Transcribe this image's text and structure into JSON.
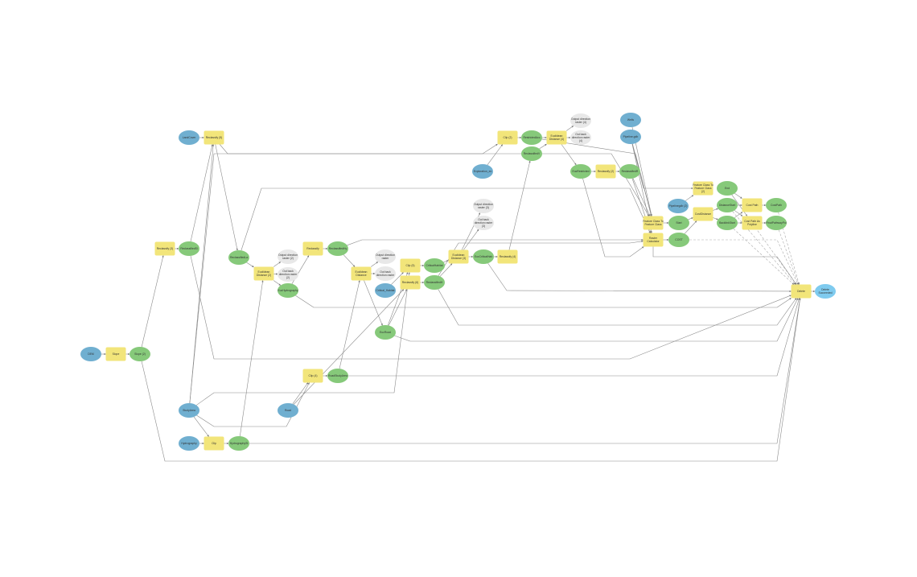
{
  "colors": {
    "input": "#70afd0",
    "tool": "#f2e57a",
    "output": "#86c97a",
    "derived": "#e8e8e8",
    "final": "#7fcbef",
    "edge": "#8a8a8a"
  },
  "nodes": [
    {
      "id": "n1",
      "type": "input",
      "label": [
        "LandCover"
      ]
    },
    {
      "id": "n2",
      "type": "tool",
      "label": [
        "Reclassify (5)"
      ]
    },
    {
      "id": "n3",
      "type": "tool",
      "label": [
        "Reclassify (3)"
      ]
    },
    {
      "id": "n4",
      "type": "output",
      "label": [
        "ReclassifiedSl"
      ]
    },
    {
      "id": "n5",
      "type": "output",
      "label": [
        "ReclassifiedLa"
      ]
    },
    {
      "id": "n6",
      "type": "tool",
      "label": [
        "Euclidean",
        "Distance (2)"
      ]
    },
    {
      "id": "n7",
      "type": "derived",
      "label": [
        "Output direction",
        "raster (2)"
      ]
    },
    {
      "id": "n8",
      "type": "derived",
      "label": [
        "Out back",
        "direction raster",
        "(2)"
      ]
    },
    {
      "id": "n9",
      "type": "output",
      "label": [
        "EucHydrography"
      ]
    },
    {
      "id": "n10",
      "type": "tool",
      "label": [
        "Reclassify"
      ]
    },
    {
      "id": "n11",
      "type": "output",
      "label": [
        "ReclassifiedHy"
      ]
    },
    {
      "id": "n12",
      "type": "tool",
      "label": [
        "Euclidean",
        "Distance"
      ]
    },
    {
      "id": "n13",
      "type": "derived",
      "label": [
        "Output direction",
        "raster"
      ]
    },
    {
      "id": "n14",
      "type": "derived",
      "label": [
        "Out back",
        "direction raster"
      ]
    },
    {
      "id": "n15",
      "type": "input",
      "label": [
        "Critical_Habitat"
      ]
    },
    {
      "id": "n16",
      "type": "output",
      "label": [
        "EucRoad"
      ]
    },
    {
      "id": "n17",
      "type": "tool",
      "label": [
        "Clip (5)"
      ]
    },
    {
      "id": "n18",
      "type": "tool",
      "label": [
        "Reclassify (6)"
      ]
    },
    {
      "id": "n19",
      "type": "output",
      "label": [
        "CriticalHabitat"
      ]
    },
    {
      "id": "n20",
      "type": "output",
      "label": [
        "ReclassifiedH"
      ]
    },
    {
      "id": "n21",
      "type": "tool",
      "label": [
        "Euclidean",
        "Distance (3)"
      ]
    },
    {
      "id": "n22",
      "type": "derived",
      "label": [
        "Output direction",
        "raster (3)"
      ]
    },
    {
      "id": "n23",
      "type": "derived",
      "label": [
        "Out back",
        "direction raster",
        "(3)"
      ]
    },
    {
      "id": "n24",
      "type": "output",
      "label": [
        "EucCriticalHab"
      ]
    },
    {
      "id": "n25",
      "type": "tool",
      "label": [
        "Reclassify (4)"
      ]
    },
    {
      "id": "n26",
      "type": "tool",
      "label": [
        "Clip (2)"
      ]
    },
    {
      "id": "n27",
      "type": "output",
      "label": [
        "RestrictedAcc"
      ]
    },
    {
      "id": "n28",
      "type": "tool",
      "label": [
        "Euclidean",
        "Distance (4)"
      ]
    },
    {
      "id": "n29",
      "type": "derived",
      "label": [
        "Output direction",
        "raster (4)"
      ]
    },
    {
      "id": "n30",
      "type": "derived",
      "label": [
        "Out back",
        "direction raster",
        "(4)"
      ]
    },
    {
      "id": "n31",
      "type": "output",
      "label": [
        "ReclassifiedV"
      ]
    },
    {
      "id": "n32",
      "type": "input",
      "label": [
        "Exploration_ex"
      ]
    },
    {
      "id": "n33",
      "type": "output",
      "label": [
        "EucRestricted"
      ]
    },
    {
      "id": "n34",
      "type": "tool",
      "label": [
        "Reclassify (2)"
      ]
    },
    {
      "id": "n35",
      "type": "output",
      "label": [
        "ReclassifiedR"
      ]
    },
    {
      "id": "n36",
      "type": "input",
      "label": [
        "Wells"
      ]
    },
    {
      "id": "n37",
      "type": "input",
      "label": [
        "Pipeline.gdb"
      ]
    },
    {
      "id": "n38",
      "type": "tool",
      "label": [
        "Feature Class To",
        "Feature Class"
      ]
    },
    {
      "id": "n39",
      "type": "tool",
      "label": [
        "Raster",
        "Calculator"
      ]
    },
    {
      "id": "n40",
      "type": "output",
      "label": [
        "Start"
      ]
    },
    {
      "id": "n41",
      "type": "output",
      "label": [
        "COST"
      ]
    },
    {
      "id": "n42",
      "type": "input",
      "label": [
        "Pipelinegdb (2)"
      ]
    },
    {
      "id": "n43",
      "type": "tool",
      "label": [
        "Feature Class To",
        "Feature Class",
        "(2)"
      ]
    },
    {
      "id": "n44",
      "type": "output",
      "label": [
        "End"
      ]
    },
    {
      "id": "n45",
      "type": "tool",
      "label": [
        "CostDistance"
      ]
    },
    {
      "id": "n46",
      "type": "output",
      "label": [
        "DistanceStart"
      ]
    },
    {
      "id": "n47",
      "type": "output",
      "label": [
        "BacklinkStart"
      ]
    },
    {
      "id": "n48",
      "type": "tool",
      "label": [
        "Cost Path"
      ]
    },
    {
      "id": "n49",
      "type": "tool",
      "label": [
        "Cost Path As",
        "Polyline"
      ]
    },
    {
      "id": "n50",
      "type": "output",
      "label": [
        "CostPath"
      ]
    },
    {
      "id": "n51",
      "type": "output",
      "label": [
        "FinalPathwayPoi"
      ]
    },
    {
      "id": "n52",
      "type": "tool",
      "label": [
        "Delete"
      ]
    },
    {
      "id": "n53",
      "type": "final",
      "label": [
        "Delete",
        "Succeeded"
      ]
    },
    {
      "id": "n54",
      "type": "input",
      "label": [
        "DEM"
      ]
    },
    {
      "id": "n55",
      "type": "tool",
      "label": [
        "Slope"
      ]
    },
    {
      "id": "n56",
      "type": "output",
      "label": [
        "Slope (2)"
      ]
    },
    {
      "id": "n57",
      "type": "input",
      "label": [
        "StudyArea"
      ]
    },
    {
      "id": "n58",
      "type": "input",
      "label": [
        "Road"
      ]
    },
    {
      "id": "n59",
      "type": "tool",
      "label": [
        "Clip (4)"
      ]
    },
    {
      "id": "n60",
      "type": "output",
      "label": [
        "RoadStudyArea"
      ]
    },
    {
      "id": "n61",
      "type": "input",
      "label": [
        "Hydrography"
      ]
    },
    {
      "id": "n62",
      "type": "tool",
      "label": [
        "Clip"
      ]
    },
    {
      "id": "n63",
      "type": "output",
      "label": [
        "HydrographySt"
      ]
    }
  ]
}
